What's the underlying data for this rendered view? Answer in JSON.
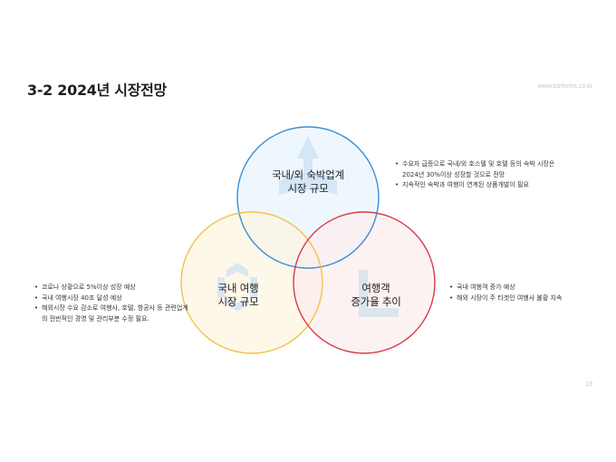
{
  "header": {
    "title": "3-2 2024년 시장전망",
    "source": "www.bizforms.co.kr"
  },
  "venn": {
    "circles": [
      {
        "id": "lodging",
        "label_line1": "국내/외 숙박업계",
        "label_line2": "시장 규모",
        "stroke": "#3a8fd6",
        "fill": "#eaf4fd"
      },
      {
        "id": "domestic",
        "label_line1": "국내 여행",
        "label_line2": "시장 규모",
        "stroke": "#f3c14a",
        "fill": "#fdf6e3"
      },
      {
        "id": "travelers",
        "label_line1": "여행객",
        "label_line2": "증가율 추이",
        "stroke": "#d93a4a",
        "fill": "#fcefee"
      }
    ]
  },
  "notes": {
    "top_right": [
      "수요자 급증으로 국내/외 호스텔 및 호텔 등의 숙박 시장은 2024년 30%이상 성장할 것으로 전망",
      "지속적인 숙박과 여행이 연계된 상품개발이 필요"
    ],
    "left": [
      "코로나 상황으로 5%이상 성장 예상",
      "국내 여행시장 40조 달성 예상",
      "해외시장 수요 감소로 여행사, 호텔, 항공사 등 관련업계의 전반적인 경영 및 관리부분 수정 필요."
    ],
    "right": [
      "국내 여행객 증가 예상",
      "해외 시장이 주 타겟인 여행사 불황 지속"
    ]
  },
  "footer": {
    "page_number": "19"
  }
}
